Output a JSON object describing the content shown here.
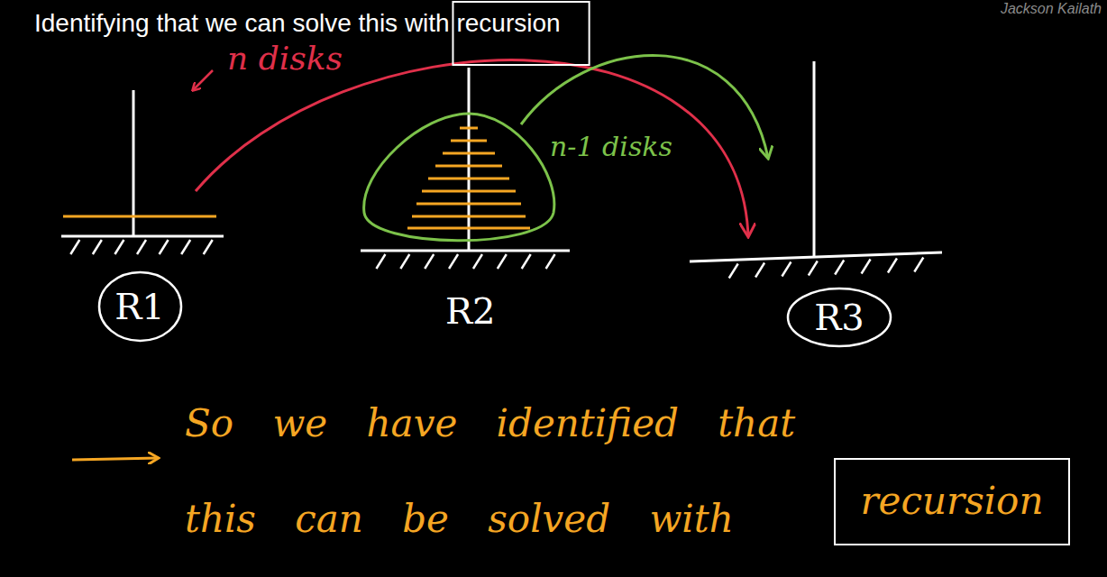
{
  "diagram": {
    "title": "Identifying that we can solve this with recursion",
    "nodes": [
      {
        "text": [
          "R1"
        ]
      },
      {
        "text": [
          "R3"
        ]
      },
      {
        "text": [
          "recursion"
        ]
      }
    ],
    "labels": [
      "Jackson Kailath",
      "n disks",
      "n-1 disks",
      "R2",
      "So we have identified that",
      "this can be solved with"
    ]
  }
}
